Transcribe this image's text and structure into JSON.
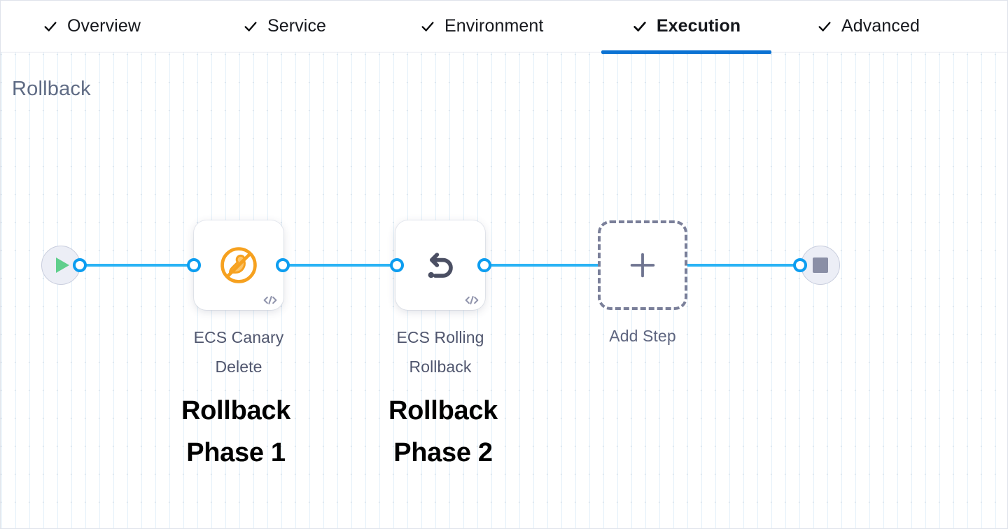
{
  "tabs": [
    {
      "label": "Overview",
      "icon": "check-icon",
      "active": false
    },
    {
      "label": "Service",
      "icon": "check-icon",
      "active": false
    },
    {
      "label": "Environment",
      "icon": "check-icon",
      "active": false
    },
    {
      "label": "Execution",
      "icon": "check-icon",
      "active": true
    },
    {
      "label": "Advanced",
      "icon": "check-icon",
      "active": false
    }
  ],
  "section": {
    "title": "Rollback"
  },
  "flow": {
    "start_node": {
      "icon": "play-icon",
      "name": "start"
    },
    "end_node": {
      "icon": "stop-icon",
      "name": "end"
    },
    "steps": [
      {
        "label_line1": "ECS Canary",
        "label_line2": "Delete",
        "icon": "ecs-canary-delete-icon",
        "badge": "code-icon"
      },
      {
        "label_line1": "ECS Rolling",
        "label_line2": "Rollback",
        "icon": "rollback-arrow-icon",
        "badge": "code-icon"
      }
    ],
    "add_step": {
      "label": "Add Step",
      "icon": "plus-icon"
    }
  },
  "annotations": [
    {
      "line1": "Rollback",
      "line2": "Phase 1"
    },
    {
      "line1": "Rollback",
      "line2": "Phase 2"
    }
  ],
  "colors": {
    "active_tab_underline": "#0b72d3",
    "connector_blue": "#2ab3f5",
    "port_blue": "#0c9df0",
    "canary_orange": "#f6a11f",
    "rollback_gray": "#4b4f63",
    "play_green": "#5fcf8c",
    "stop_gray": "#8a8fa6",
    "section_title": "#5f6b84",
    "node_label": "#50566e",
    "annotation": "#000000"
  }
}
